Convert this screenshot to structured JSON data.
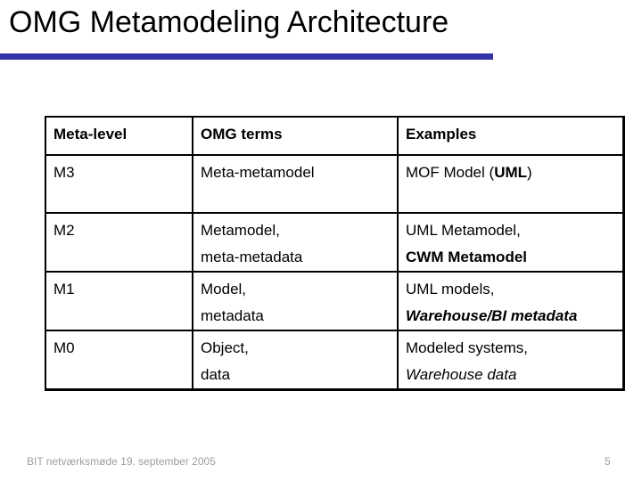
{
  "slide": {
    "title": "OMG Metamodeling Architecture",
    "footer": "BIT netværksmøde 19. september 2005",
    "page_number": "5"
  },
  "colors": {
    "accent_bar": "#3333a8",
    "title_text": "#000000",
    "table_border": "#000000",
    "footer_text": "#9e9e9e",
    "background": "#ffffff"
  },
  "table": {
    "headers": [
      "Meta-level",
      "OMG terms",
      "Examples"
    ],
    "rows": [
      {
        "level": "M3",
        "terms": [
          [
            {
              "t": "Meta-metamodel"
            }
          ]
        ],
        "examples": [
          [
            {
              "t": "MOF Model ("
            },
            {
              "t": "UML",
              "b": true
            },
            {
              "t": ")"
            }
          ]
        ]
      },
      {
        "level": "M2",
        "terms": [
          [
            {
              "t": "Metamodel,"
            }
          ],
          [
            {
              "t": "meta-metadata"
            }
          ]
        ],
        "examples": [
          [
            {
              "t": "UML Metamodel,"
            }
          ],
          [
            {
              "t": "CWM Metamodel",
              "b": true
            }
          ]
        ]
      },
      {
        "level": "M1",
        "terms": [
          [
            {
              "t": "Model,"
            }
          ],
          [
            {
              "t": "metadata"
            }
          ]
        ],
        "examples": [
          [
            {
              "t": "UML models,"
            }
          ],
          [
            {
              "t": "Warehouse/BI metadata",
              "b": true,
              "i": true
            }
          ]
        ]
      },
      {
        "level": "M0",
        "terms": [
          [
            {
              "t": "Object,"
            }
          ],
          [
            {
              "t": "data"
            }
          ]
        ],
        "examples": [
          [
            {
              "t": "Modeled systems,"
            }
          ],
          [
            {
              "t": "Warehouse data",
              "i": true
            }
          ]
        ]
      }
    ]
  }
}
